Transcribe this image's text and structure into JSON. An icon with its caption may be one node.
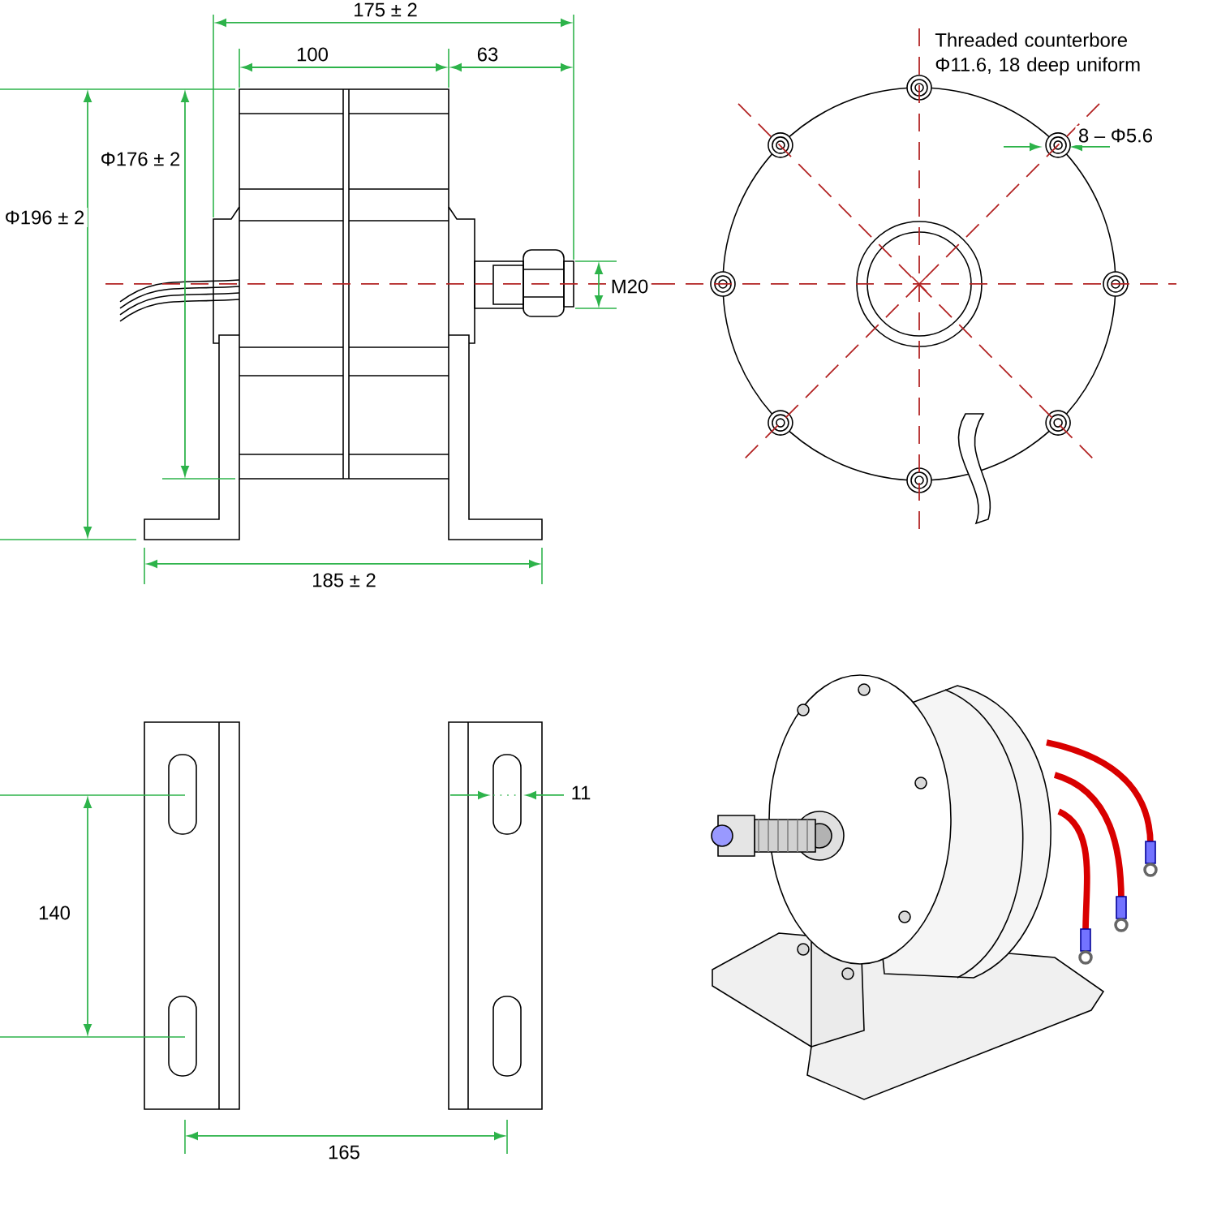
{
  "diagram": {
    "labels": [
      "175 ± 2",
      "100",
      "63",
      "Threaded counterbore Φ11.6, 18 deep uniform",
      "8 – Φ5.6",
      "Φ176 ± 2",
      "Φ196 ± 2",
      "M20",
      "185 ± 2",
      "11",
      "140",
      "165"
    ]
  }
}
